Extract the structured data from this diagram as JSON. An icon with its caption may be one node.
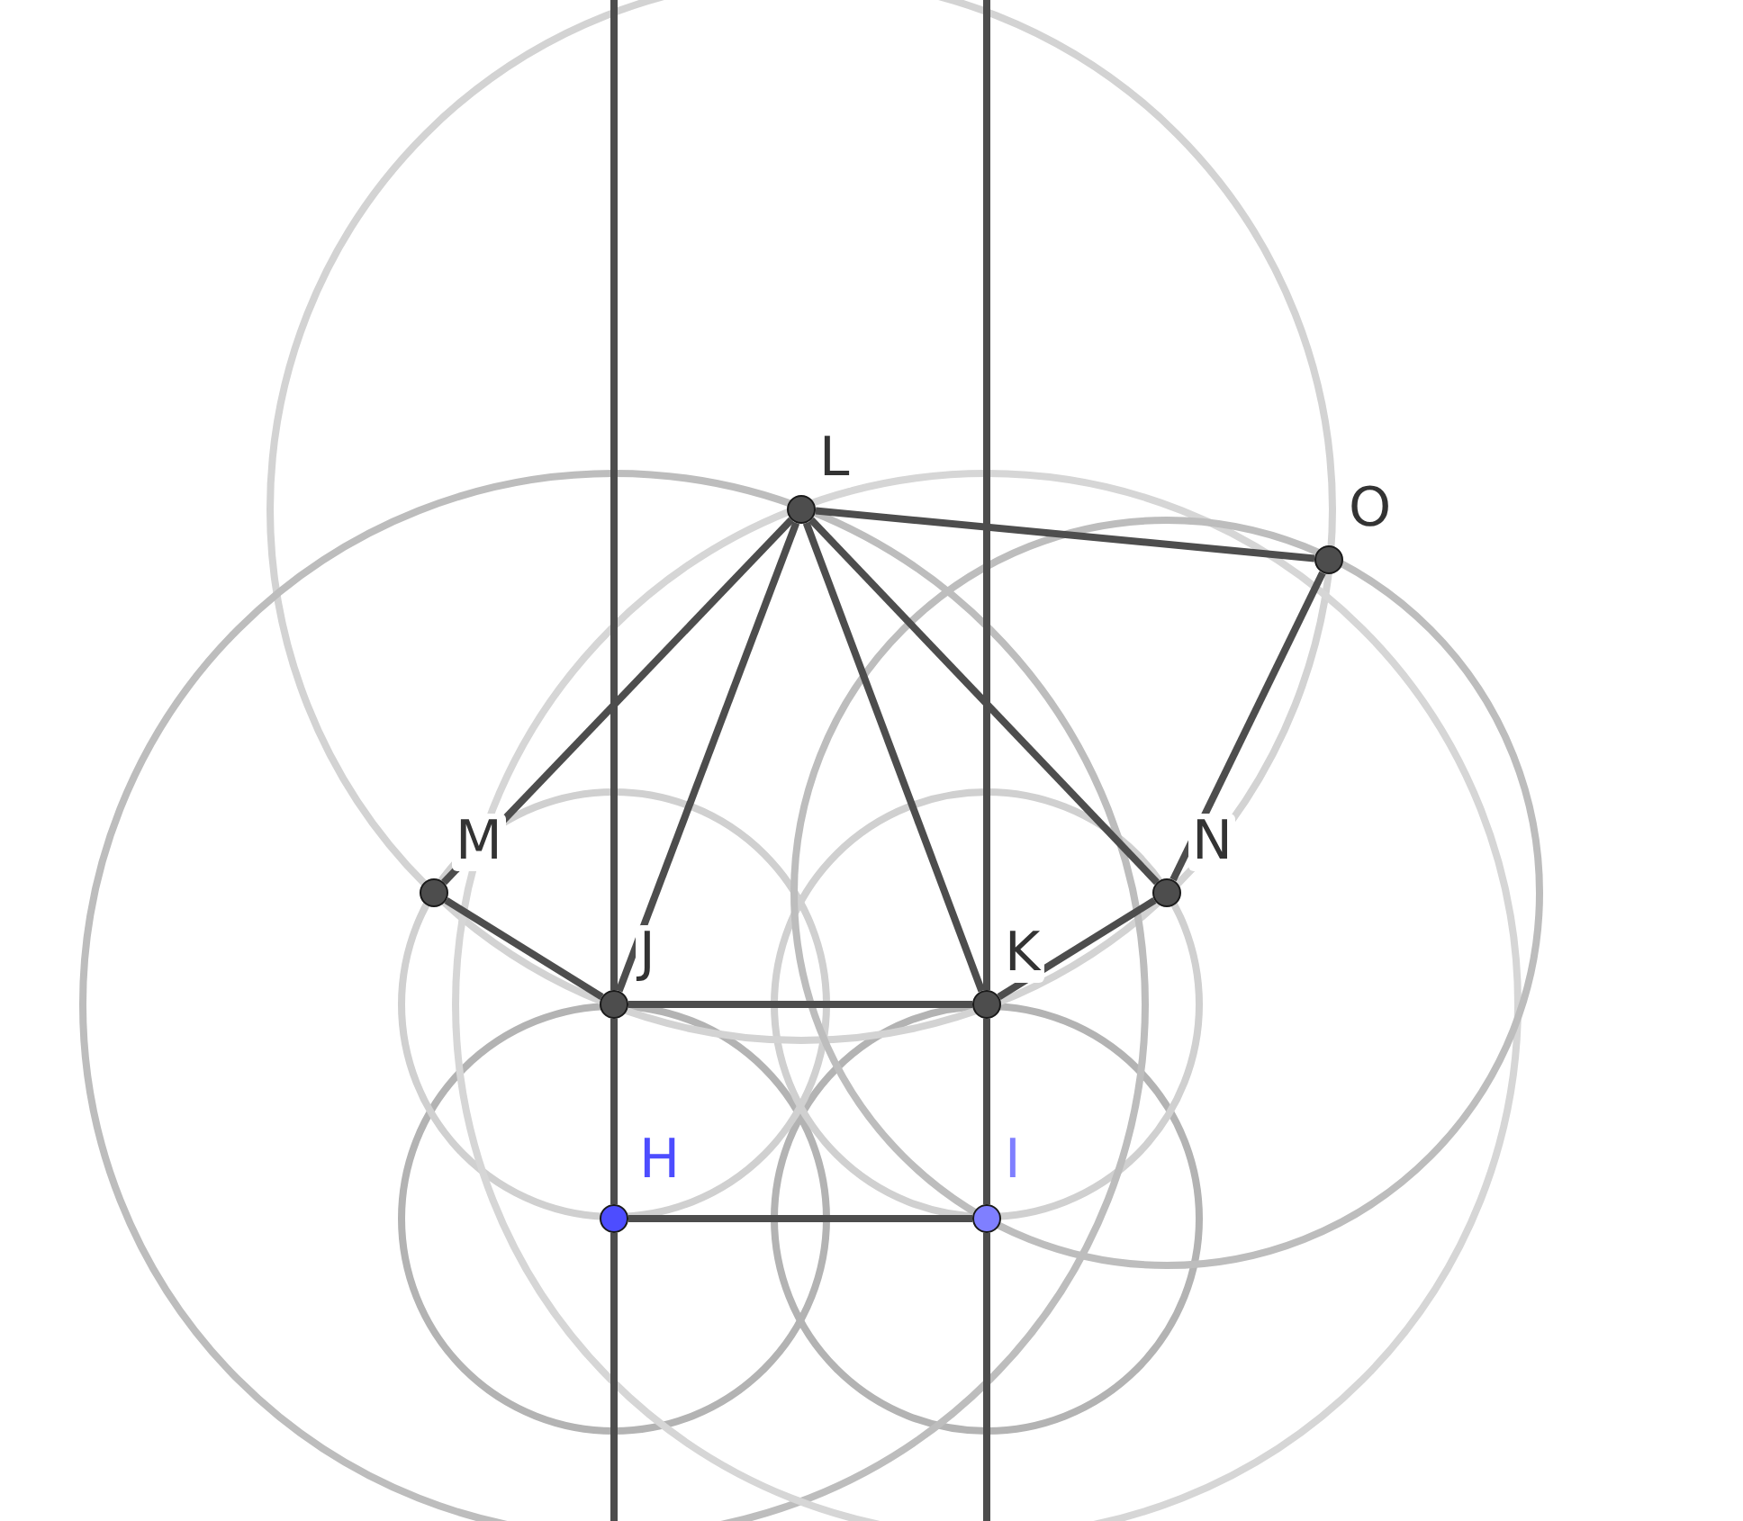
{
  "diagram": {
    "nodes": [
      {
        "text": [],
        "shape": "circle",
        "beside": [
          "H"
        ]
      },
      {
        "text": [],
        "shape": "circle",
        "beside": [
          "I"
        ]
      },
      {
        "text": [],
        "shape": "circle",
        "beside": [
          "J"
        ]
      },
      {
        "text": [],
        "shape": "circle",
        "beside": [
          "K"
        ]
      },
      {
        "text": [],
        "shape": "circle",
        "beside": [
          "L"
        ]
      },
      {
        "text": [],
        "shape": "circle",
        "beside": [
          "M"
        ]
      },
      {
        "text": [],
        "shape": "circle",
        "beside": [
          "N"
        ]
      },
      {
        "text": [],
        "shape": "circle",
        "beside": [
          "O"
        ]
      }
    ],
    "edges": [
      {
        "from": 0,
        "to": 1,
        "arrow": "none"
      },
      {
        "from": 2,
        "to": 3,
        "arrow": "none"
      },
      {
        "from": 5,
        "to": 2,
        "arrow": "none"
      },
      {
        "from": 3,
        "to": 6,
        "arrow": "none"
      },
      {
        "from": 4,
        "to": 5,
        "arrow": "none"
      },
      {
        "from": 4,
        "to": 2,
        "arrow": "none"
      },
      {
        "from": 4,
        "to": 3,
        "arrow": "none"
      },
      {
        "from": 4,
        "to": 6,
        "arrow": "none"
      },
      {
        "from": 4,
        "to": 7,
        "arrow": "none"
      },
      {
        "from": 7,
        "to": 6,
        "arrow": "none"
      },
      {
        "from": 2,
        "to": 0,
        "arrow": "none"
      },
      {
        "from": 3,
        "to": 1,
        "arrow": "none"
      }
    ]
  }
}
